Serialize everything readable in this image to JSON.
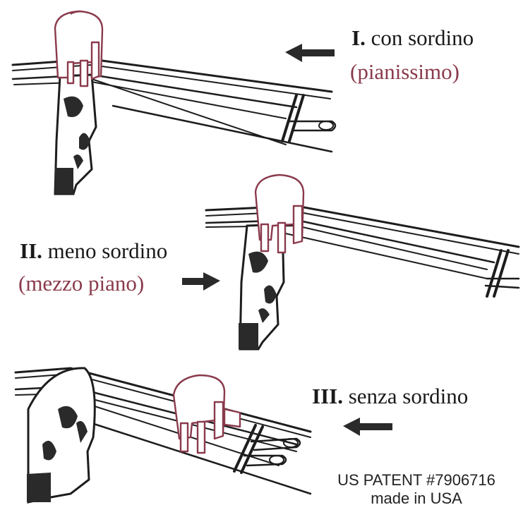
{
  "colors": {
    "ink": "#1d1d1d",
    "mute_outline": "#8a3a4c",
    "dynamic_text": "#8a3a4c",
    "background": "#ffffff"
  },
  "positions": [
    {
      "numeral": "I.",
      "term": "con sordino",
      "dynamic": "(pianissimo)",
      "arrow": "left-arrow-icon",
      "mute_state": "on-bridge"
    },
    {
      "numeral": "II.",
      "term": "meno sordino",
      "dynamic": "(mezzo piano)",
      "arrow": "right-arrow-icon",
      "mute_state": "behind-bridge"
    },
    {
      "numeral": "III.",
      "term": "senza sordino",
      "dynamic": "",
      "arrow": "left-arrow-icon",
      "mute_state": "near-tailpiece"
    }
  ],
  "patent": {
    "line1": "US PATENT #7906716",
    "line2": "made in USA"
  }
}
